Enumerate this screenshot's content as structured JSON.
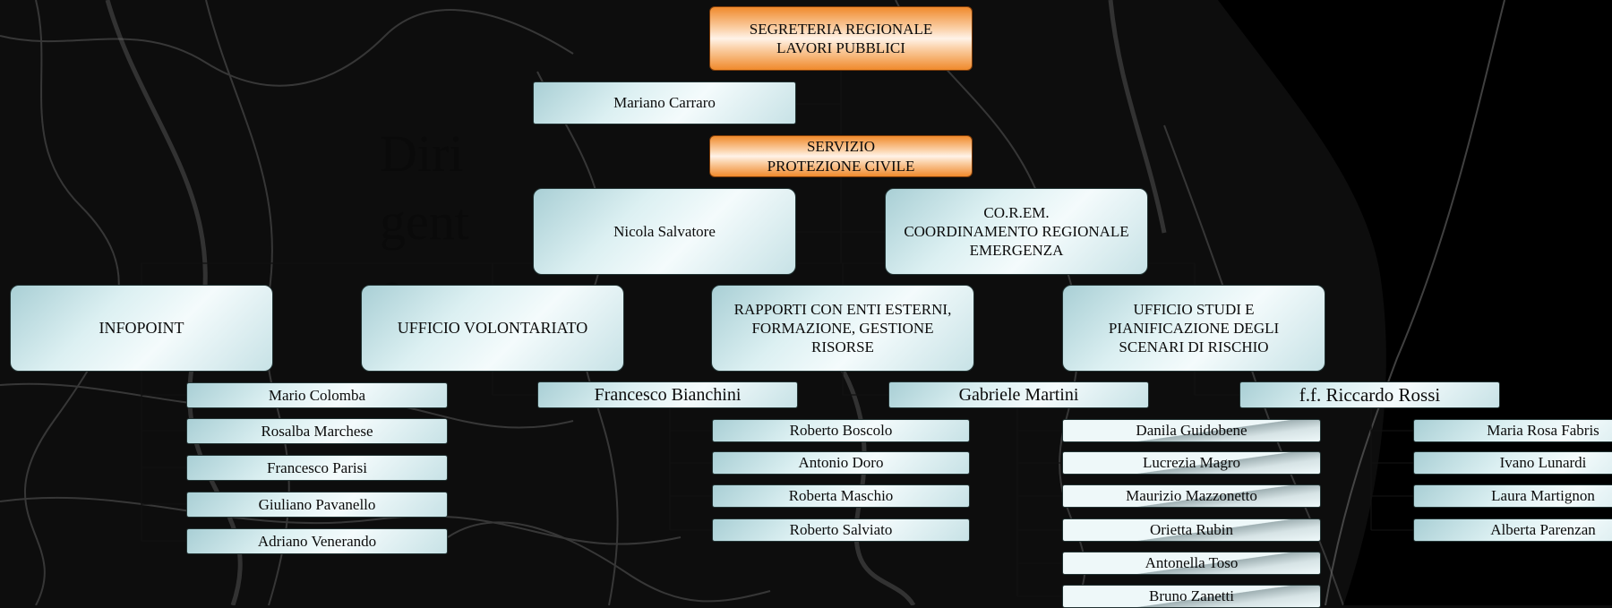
{
  "colors": {
    "teal": "#dcf0f2",
    "orange": "#f08a2c",
    "connector": "#111111"
  },
  "big_label": "Dirigente",
  "nodes": {
    "segreteria": "SEGRETERIA REGIONALE\nLAVORI PUBBLICI",
    "carraro": "Mariano Carraro",
    "servizio": "SERVIZIO\nPROTEZIONE CIVILE",
    "salvatore": "Nicola Salvatore",
    "corem": "CO.R.EM.\nCOORDINAMENTO REGIONALE\nEMERGENZA",
    "infopoint": "INFOPOINT",
    "volontariato": "UFFICIO VOLONTARIATO",
    "rapporti": "RAPPORTI CON ENTI ESTERNI,\nFORMAZIONE, GESTIONE\nRISORSE",
    "studi": "UFFICIO STUDI E\nPIANIFICAZIONE DEGLI\nSCENARI DI RISCHIO",
    "bianchini": "Francesco Bianchini",
    "martini": "Gabriele Martini",
    "rossi": "f.f. Riccardo Rossi"
  },
  "staff": {
    "infopoint": [
      "Mario Colomba",
      "Rosalba Marchese",
      "Francesco Parisi",
      "Giuliano Pavanello",
      "Adriano Venerando"
    ],
    "volontariato": [
      "Roberto Boscolo",
      "Antonio Doro",
      "Roberta Maschio",
      "Roberto Salviato"
    ],
    "rapporti": [
      "Danila Guidobene",
      "Lucrezia Magro",
      "Maurizio Mazzonetto",
      "Orietta Rubin",
      "Antonella Toso",
      "Bruno Zanetti"
    ],
    "studi": [
      "Maria Rosa Fabris",
      "Ivano Lunardi",
      "Laura Martignon",
      "Alberta Parenzan"
    ]
  }
}
